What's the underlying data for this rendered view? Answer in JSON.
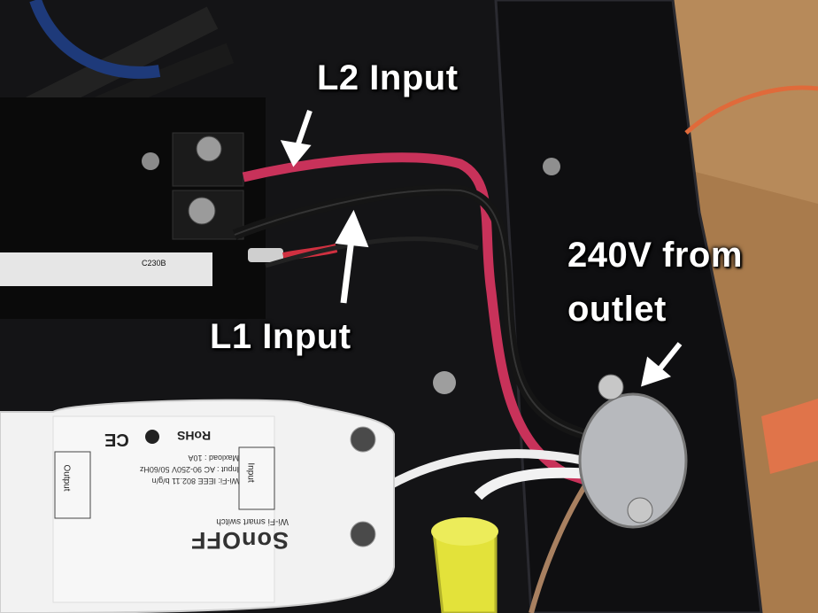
{
  "annotations": {
    "l2_input": "L2 Input",
    "l1_input": "L1 Input",
    "source": "240V from outlet"
  },
  "relay_label": {
    "model": "C230B"
  },
  "module_label": {
    "brand": "SonOFF",
    "subtitle": "Wi-Fi smart switch",
    "line1": "Wi-Fi: IEEE 802.11 b/g/n",
    "line2": "Input : AC 90-250V 50/60Hz",
    "line3": "Maxload : 10A",
    "rohs": "RoHS",
    "input_tag": "Input",
    "output_tag": "Output",
    "ce": "CE"
  },
  "colors": {
    "wire_red": "#c8325a",
    "wire_black": "#151515",
    "wire_white": "#eeeeee",
    "wire_nut": "#e3e23a",
    "enclosure": "#111113",
    "arrow": "#ffffff"
  }
}
